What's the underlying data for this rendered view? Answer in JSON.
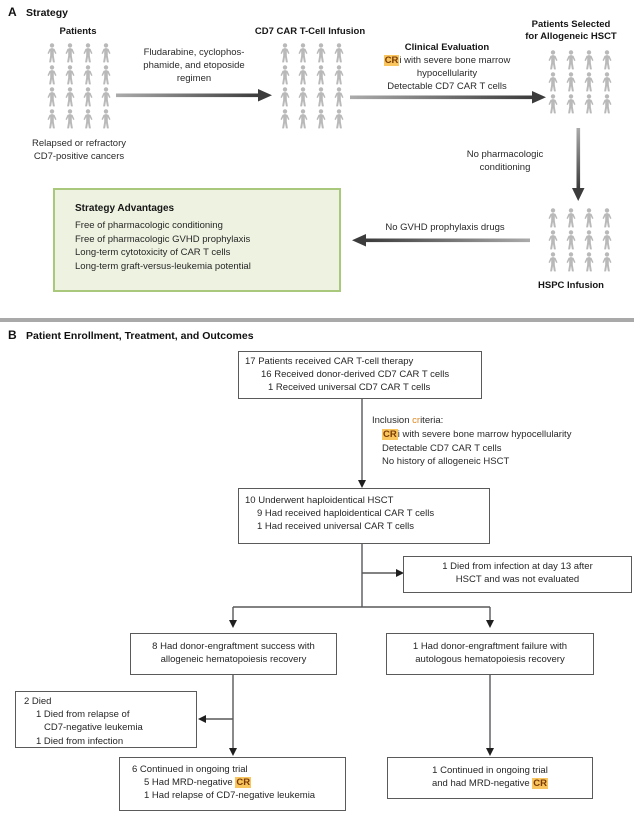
{
  "accent_colors": {
    "highlight_bg": "#f8c55e",
    "highlight_text": "#7b3a05",
    "orange_text": "#e0861f",
    "green_box_bg": "#eef3e1",
    "green_box_border": "#a9c87c",
    "person_gray": "#b9b9b9",
    "arrow_dark": "#3c3c3c",
    "line_gray": "#58585a"
  },
  "panel_a": {
    "tag": "A",
    "title": "Strategy",
    "patients": {
      "label": "Patients",
      "rows": 4,
      "cols": 4,
      "caption_line1": "Relapsed or refractory",
      "caption_line2": "CD7-positive cancers"
    },
    "arrow1": {
      "line1": "Fludarabine, cyclophos-",
      "line2": "phamide, and etoposide",
      "line3": "regimen"
    },
    "infusion": {
      "label": "CD7 CAR T-Cell Infusion",
      "rows": 4,
      "cols": 4
    },
    "arrow2": {
      "title": "Clinical Evaluation",
      "line1_hl": "CR",
      "line1_rest": "i with severe bone marrow",
      "line2": "hypocellularity",
      "line3": "Detectable CD7 CAR T cells"
    },
    "selected": {
      "label_line1": "Patients Selected",
      "label_line2": "for Allogeneic HSCT",
      "rows": 3,
      "cols": 4
    },
    "down_arrow": {
      "line1": "No pharmacologic",
      "line2": "conditioning"
    },
    "hspc": {
      "label": "HSPC Infusion",
      "rows": 3,
      "cols": 4
    },
    "left_arrow": {
      "label": "No GVHD prophylaxis drugs"
    },
    "advantages": {
      "title": "Strategy Advantages",
      "items": [
        "Free of pharmacologic conditioning",
        "Free of pharmacologic GVHD prophylaxis",
        "Long-term cytotoxicity of CAR T cells",
        "Long-term graft-versus-leukemia potential"
      ]
    }
  },
  "panel_b": {
    "tag": "B",
    "title": "Patient Enrollment, Treatment, and Outcomes",
    "box_therapy": {
      "line1": "17 Patients received CAR T-cell therapy",
      "line2": "16 Received donor-derived CD7 CAR T cells",
      "line3": "1 Received universal CD7 CAR T cells"
    },
    "inclusion": {
      "intro_pre": "Inclusion ",
      "intro_hl": "cr",
      "intro_post": "iteria:",
      "line1_hl": "CR",
      "line1_rest": "i with severe bone marrow hypocellularity",
      "line2": "Detectable CD7 CAR T cells",
      "line3": "No history of allogeneic HSCT"
    },
    "box_hsct": {
      "line1": "10 Underwent haploidentical HSCT",
      "line2": "9 Had received haploidentical CAR T cells",
      "line3": "1 Had received universal CAR T cells"
    },
    "box_died13": {
      "line1": "1 Died from infection at day 13 after",
      "line2": "HSCT and was not evaluated"
    },
    "box_success": {
      "line1": "8 Had donor-engraftment success with",
      "line2": "allogeneic hematopoiesis recovery"
    },
    "box_failure": {
      "line1": "1 Had donor-engraftment failure with",
      "line2": "autologous hematopoiesis recovery"
    },
    "box_died2": {
      "line1": "2 Died",
      "line2": "1 Died from relapse of",
      "line3": "CD7-negative leukemia",
      "line4": "1 Died from infection"
    },
    "box_ongoing6": {
      "line1": "6 Continued in ongoing trial",
      "line2_pre": "5 Had MRD-negative ",
      "line2_hl": "CR",
      "line3": "1 Had relapse of CD7-negative leukemia"
    },
    "box_ongoing1": {
      "line1": "1 Continued in ongoing trial",
      "line2_pre": "and had MRD-negative ",
      "line2_hl": "CR"
    }
  }
}
